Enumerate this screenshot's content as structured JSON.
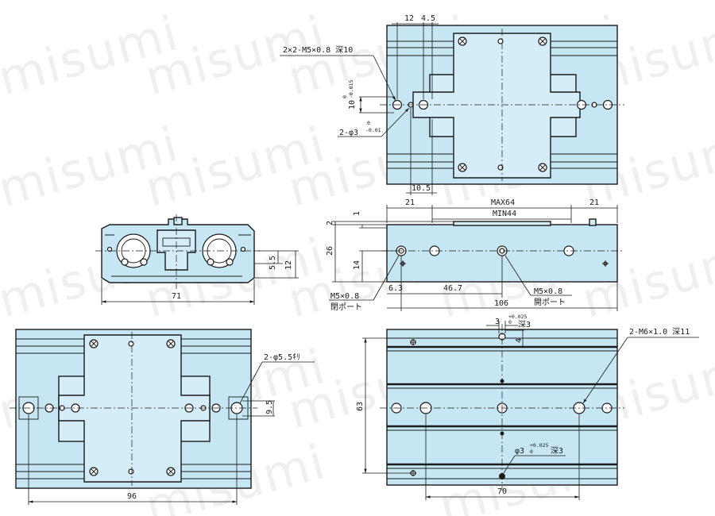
{
  "watermark": "misumi",
  "colors": {
    "body": "#c7e6f4",
    "plate": "#d4edf8",
    "line": "#1a1a1a"
  },
  "top_view": {
    "dim_12": "12",
    "dim_4_5": "4.5",
    "tapped_holes": "2×2-M5×0.8 深10",
    "dim_10": "10",
    "tol_10": "0",
    "tol_10_low": "-0.015",
    "pin_holes": "2-φ3",
    "tol_pin_up": "0",
    "tol_pin_low": "-0.01",
    "dim_10_5": "10.5"
  },
  "end_view": {
    "dim_71": "71",
    "dim_5_5": "5.5",
    "dim_12": "12"
  },
  "side_view": {
    "dim_21_left": "21",
    "dim_21_right": "21",
    "stroke_max": "MAX64",
    "stroke_min": "MIN44",
    "dim_2": "2",
    "dim_1": "1",
    "dim_26": "26",
    "dim_14": "14",
    "dim_6_3": "6.3",
    "dim_46_7": "46.7",
    "dim_106": "106",
    "close_port_1": "M5×0.8",
    "close_port_2": "閉ポート",
    "open_port_1": "M5×0.8",
    "open_port_2": "開ポート"
  },
  "bottom_left_view": {
    "mount_holes": "2-φ5.5ｷﾘ",
    "dim_9_5": "9.5",
    "dim_96": "96"
  },
  "bottom_right_view": {
    "dim_3": "3",
    "tol_3_up": "+0.025",
    "tol_3_low": "0",
    "depth_3": "深3",
    "dim_4": "4",
    "tapped_holes": "2-M6×1.0 深11",
    "dim_63": "63",
    "pin_hole": "φ3",
    "pin_tol_up": "+0.025",
    "pin_tol_low": "0",
    "pin_depth": "深3",
    "dim_70": "70"
  }
}
